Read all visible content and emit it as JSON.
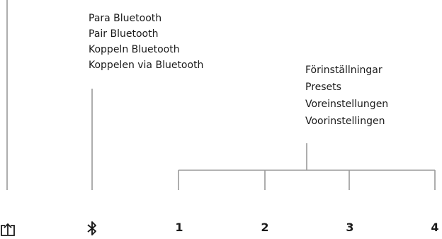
{
  "bluetooth_labels": [
    "Para Bluetooth",
    "Pair Bluetooth",
    "Koppeln Bluetooth",
    "Koppelen via Bluetooth"
  ],
  "preset_labels": [
    "Förinställningar",
    "Presets",
    "Voreinstellungen",
    "Voorinstellingen"
  ],
  "buttons": [
    {
      "id": "source",
      "icon": "source-input-icon"
    },
    {
      "id": "bluetooth",
      "icon": "bluetooth-icon"
    },
    {
      "id": "preset-1",
      "label": "1"
    },
    {
      "id": "preset-2",
      "label": "2"
    },
    {
      "id": "preset-3",
      "label": "3"
    },
    {
      "id": "preset-4",
      "label": "4"
    }
  ],
  "colors": {
    "line": "#9a9a9a",
    "text": "#1a1a1a"
  }
}
